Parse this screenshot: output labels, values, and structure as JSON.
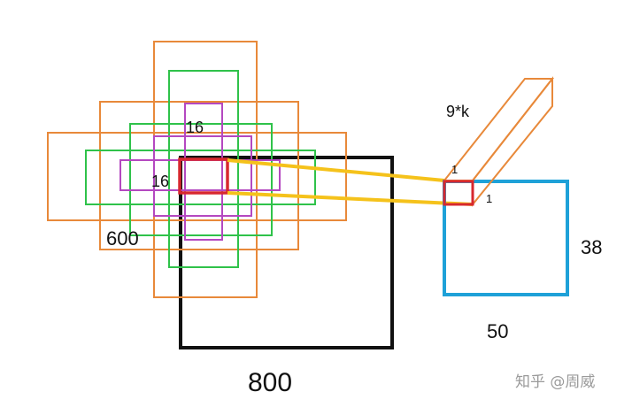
{
  "colors": {
    "orange": "#e8893a",
    "green": "#2fc24a",
    "purple": "#b448c0",
    "red": "#d7282f",
    "black": "#111111",
    "blue": "#1ea1d8",
    "yellow": "#f5c21b"
  },
  "labels": {
    "feature_height": "600",
    "feature_width": "800",
    "window_width": "16",
    "window_height": "16",
    "depth": "9*k",
    "unit_top": "1",
    "unit_side": "1",
    "out_height": "38",
    "out_width": "50"
  },
  "watermark": "知乎 @周威"
}
